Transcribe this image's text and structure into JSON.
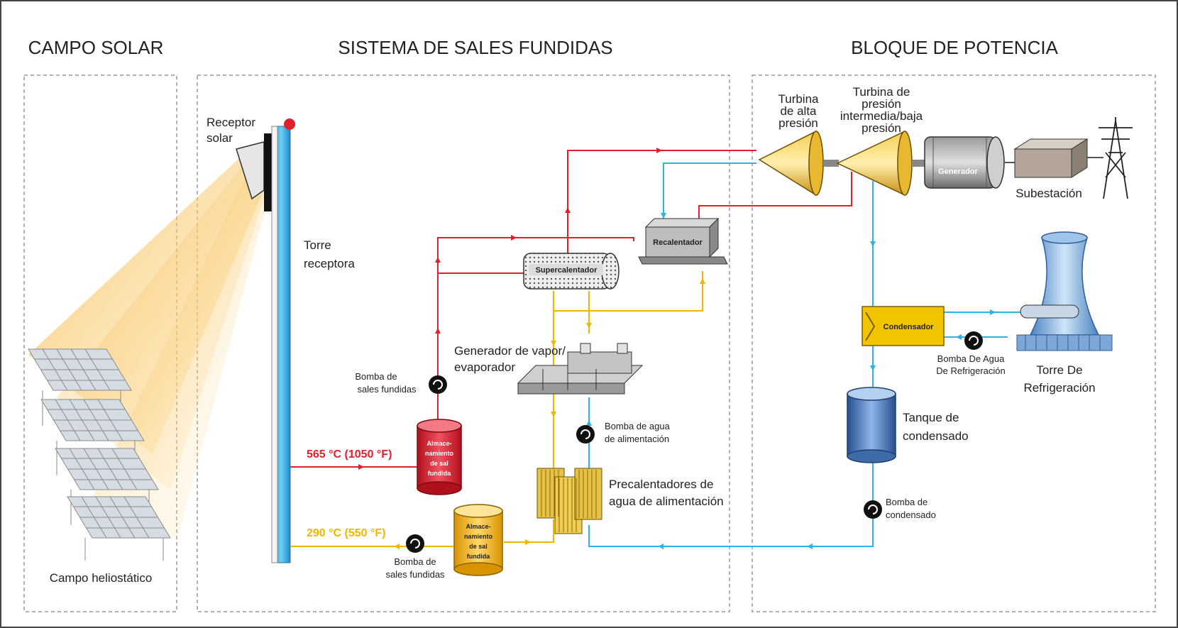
{
  "sections": {
    "solar_field": "CAMPO SOLAR",
    "molten_salt": "SISTEMA DE SALES FUNDIDAS",
    "power_block": "BLOQUE DE POTENCIA"
  },
  "labels": {
    "heliostat_field": "Campo heliostático",
    "solar_receiver_1": "Receptor",
    "solar_receiver_2": "solar",
    "tower_1": "Torre",
    "tower_2": "receptora",
    "hot_temp": "565 °C (1050 °F)",
    "cold_temp": "290 °C (550 °F)",
    "salt_pump_top_1": "Bomba de",
    "salt_pump_top_2": "sales fundidas",
    "salt_pump_bottom_1": "Bomba de",
    "salt_pump_bottom_2": "sales fundidas",
    "hot_tank_1": "Almace-",
    "hot_tank_2": "namiento",
    "hot_tank_3": "de sal",
    "hot_tank_4": "fundida",
    "cold_tank_1": "Almace-",
    "cold_tank_2": "namiento",
    "cold_tank_3": "de sal",
    "cold_tank_4": "fundida",
    "steam_gen_1": "Generador de vapor/",
    "steam_gen_2": "evaporador",
    "superheater": "Supercalentador",
    "reheater": "Recalentador",
    "feed_pump_1": "Bomba de agua",
    "feed_pump_2": "de alimentación",
    "preheaters_1": "Precalentadores de",
    "preheaters_2": "agua de alimentación",
    "hp_turbine_1": "Turbina",
    "hp_turbine_2": "de alta",
    "hp_turbine_3": "presión",
    "ilp_turbine_1": "Turbina de",
    "ilp_turbine_2": "presión",
    "ilp_turbine_3": "intermedia/baja",
    "ilp_turbine_4": "presión",
    "generator": "Generador",
    "substation": "Subestación",
    "condenser": "Condensador",
    "cooling_pump_1": "Bomba De Agua",
    "cooling_pump_2": "De Refrigeración",
    "cooling_tower_1": "Torre De",
    "cooling_tower_2": "Refrigeración",
    "cond_tank_1": "Tanque de",
    "cond_tank_2": "condensado",
    "cond_pump_1": "Bomba de",
    "cond_pump_2": "condensado"
  },
  "colors": {
    "hot": "#e0202a",
    "cold": "#f2b600",
    "water": "#29b6e6",
    "dash": "#999999"
  }
}
